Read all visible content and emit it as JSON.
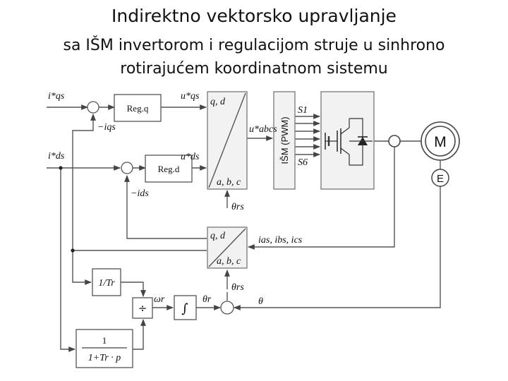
{
  "title": {
    "line1": "Indirektno vektorsko upravljanje",
    "line2": "sa IŠM invertorom i regulacijom struje u sinhrono",
    "line3": "rotirajućem koordinatnom sistemu"
  },
  "blocks": {
    "reg_q": "Reg.q",
    "reg_d": "Reg.d",
    "transform_upper_top": "q, d",
    "transform_upper_bottom": "a, b, c",
    "transform_lower_top": "q, d",
    "transform_lower_bottom": "a, b, c",
    "pwm": "IŠM (PWM)",
    "inverse_tr": "1/Tr",
    "divide": "÷",
    "integrator": "∫",
    "filter_num": "1",
    "filter_den": "1+Tr · p",
    "motor": "M",
    "encoder": "E"
  },
  "signals": {
    "iqs_ref": "i*qs",
    "ids_ref": "i*ds",
    "iqs_fb": "−iqs",
    "ids_fb": "−ids",
    "uqs_ref": "u*qs",
    "uds_ref": "u*ds",
    "uabcs_ref": "u*abcs",
    "s1": "S1",
    "s6": "S6",
    "theta_rs_upper": "θrs",
    "theta_rs_lower": "θrs",
    "i_abc": "ias, ibs, ics",
    "omega_r": "ωr",
    "theta_r": "θr",
    "theta": "θ"
  }
}
